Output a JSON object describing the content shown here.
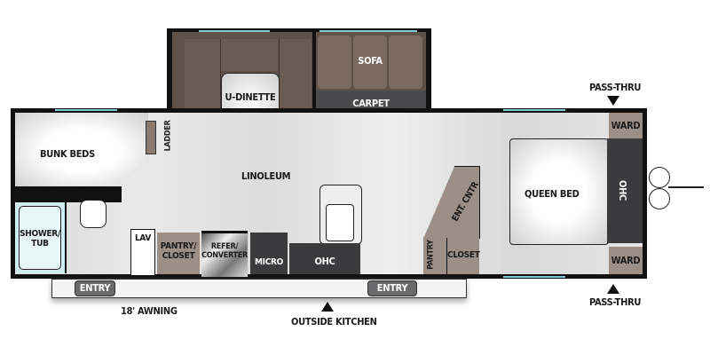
{
  "floorplan": {
    "rooms": {
      "u_dinette": "U-DINETTE",
      "sofa": "SOFA",
      "carpet": "CARPET",
      "bunk_beds": "BUNK BEDS",
      "ladder": "LADDER",
      "linoleum": "LINOLEUM",
      "shower_tub": "SHOWER/ TUB",
      "lav": "LAV",
      "pantry_closet": "PANTRY/ CLOSET",
      "refer_converter": "REFER/ CONVERTER",
      "micro": "MICRO",
      "ohc_kitchen": "OHC",
      "ent_cntr": "ENT. CNTR",
      "pantry": "PANTRY",
      "closet": "CLOSET",
      "queen_bed": "QUEEN BED",
      "ohc_bedroom": "OHC",
      "ward_top": "WARD",
      "ward_bottom": "WARD"
    },
    "exterior": {
      "pass_thru_top": "PASS-THRU",
      "pass_thru_bottom": "PASS-THRU",
      "entry_left": "ENTRY",
      "entry_right": "ENTRY",
      "awning": "18' AWNING",
      "outside_kitchen": "OUTSIDE KITCHEN"
    },
    "colors": {
      "wall": "#111111",
      "slide_brown": "#5f5048",
      "cabinet_taupe": "#9d8f86",
      "dark_cabinet": "#3b3b3d",
      "window": "#7fcad2",
      "floor": "#e2e2e2"
    }
  }
}
